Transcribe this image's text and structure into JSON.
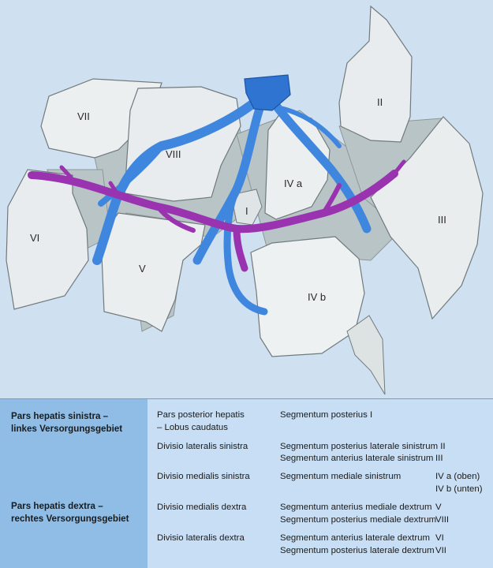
{
  "figure": {
    "segment_labels": {
      "I": "I",
      "II": "II",
      "III": "III",
      "IVa": "IV a",
      "IVb": "IV b",
      "V": "V",
      "VI": "VI",
      "VII": "VII",
      "VIII": "VIII"
    },
    "colors": {
      "background": "#cfe1f1",
      "liver_surface": "#ebeeee",
      "liver_shadow": "#c9cfd1",
      "cut_surface": "#b9c4c7",
      "hepatic_vein": "#3f86df",
      "portal_vein": "#9a33b0"
    }
  },
  "legend": {
    "sinistra_title_1": "Pars hepatis sinistra –",
    "sinistra_title_2": "linkes Versorgungsgebiet",
    "dextra_title_1": "Pars hepatis dextra –",
    "dextra_title_2": "rechtes Versorgungsgebiet",
    "rows": {
      "r1_div_a": "Pars posterior hepatis",
      "r1_div_b": "– Lobus caudatus",
      "r1_seg": "Segmentum posterius I",
      "r2_div": "Divisio lateralis sinistra",
      "r2_seg_a": "Segmentum posterius laterale sinistrum II",
      "r2_seg_b": "Segmentum anterius laterale sinistrum",
      "r2_num_b": "III",
      "r3_div": "Divisio medialis sinistra",
      "r3_seg": "Segmentum mediale sinistrum",
      "r3_num_a": "IV a (oben)",
      "r3_num_b": "IV b (unten)",
      "r4_div": "Divisio medialis dextra",
      "r4_seg_a": "Segmentum anterius mediale dextrum",
      "r4_num_a": "V",
      "r4_seg_b": "Segmentum posterius mediale dextrum",
      "r4_num_b": "VIII",
      "r5_div": "Divisio lateralis dextra",
      "r5_seg_a": "Segmentum anterius laterale dextrum",
      "r5_num_a": "VI",
      "r5_seg_b": "Segmentum posterius laterale dextrum",
      "r5_num_b": "VII"
    }
  }
}
